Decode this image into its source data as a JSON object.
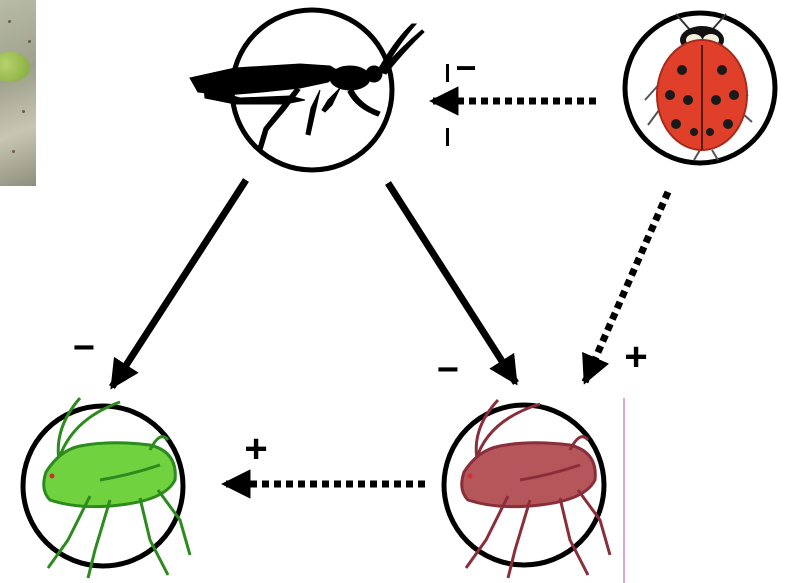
{
  "diagram": {
    "nodes": [
      {
        "id": "parasitoid-wasp",
        "icon": "wasp-icon"
      },
      {
        "id": "ladybird-beetle",
        "icon": "ladybug-icon"
      },
      {
        "id": "green-aphid",
        "icon": "green-aphid-icon"
      },
      {
        "id": "red-aphid",
        "icon": "red-aphid-icon"
      }
    ],
    "edges": [
      {
        "from": "parasitoid-wasp",
        "to": "green-aphid",
        "style": "solid",
        "sign": "−"
      },
      {
        "from": "parasitoid-wasp",
        "to": "red-aphid",
        "style": "solid",
        "sign": "−"
      },
      {
        "from": "ladybird-beetle",
        "to": "parasitoid-wasp",
        "style": "dotted",
        "sign": "−"
      },
      {
        "from": "ladybird-beetle",
        "to": "red-aphid",
        "style": "dotted",
        "sign": "+"
      },
      {
        "from": "red-aphid",
        "to": "green-aphid",
        "style": "dotted",
        "sign": "+"
      }
    ],
    "colors": {
      "arrow": "#000000",
      "green_aphid": "#6fd23e",
      "green_aphid_outline": "#2c8a1e",
      "red_aphid": "#b5565b",
      "red_aphid_outline": "#8a2e3a",
      "ladybug_shell": "#e0402a",
      "wasp": "#000000"
    }
  }
}
